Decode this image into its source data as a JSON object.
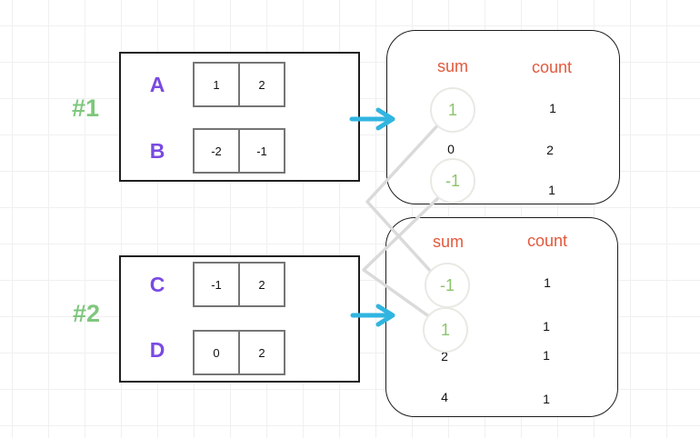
{
  "colors": {
    "green-label": "#7fc77d",
    "green-number": "#8cc46c",
    "purple-letter": "#7a4ae2",
    "orange-header": "#e2593c",
    "cyan-arrow": "#31b5e0",
    "connector-gray": "#dadada",
    "box-border": "#1f1f1f",
    "cell-border": "#757575"
  },
  "groups": [
    {
      "label": "#1",
      "rows": [
        {
          "name": "A",
          "cells": [
            "1",
            "2"
          ]
        },
        {
          "name": "B",
          "cells": [
            "-2",
            "-1"
          ]
        }
      ],
      "table": {
        "sum_header": "sum",
        "count_header": "count",
        "rows": [
          {
            "sum": "1",
            "count": "1",
            "highlighted": true
          },
          {
            "sum": "0",
            "count": "2",
            "highlighted": false
          },
          {
            "sum": "-1",
            "count": "1",
            "highlighted": true
          }
        ]
      }
    },
    {
      "label": "#2",
      "rows": [
        {
          "name": "C",
          "cells": [
            "-1",
            "2"
          ]
        },
        {
          "name": "D",
          "cells": [
            "0",
            "2"
          ]
        }
      ],
      "table": {
        "sum_header": "sum",
        "count_header": "count",
        "rows": [
          {
            "sum": "-1",
            "count": "1",
            "highlighted": true
          },
          {
            "sum": "1",
            "count": "1",
            "highlighted": true
          },
          {
            "sum": "2",
            "count": "1",
            "highlighted": false
          },
          {
            "sum": "4",
            "count": "1",
            "highlighted": false
          }
        ]
      }
    }
  ],
  "arrows": [
    {
      "from": "group-1-array-box",
      "to": "group-1-result-box"
    },
    {
      "from": "group-2-array-box",
      "to": "group-2-result-box"
    }
  ],
  "connections": [
    {
      "from": "group-1 sum 1",
      "to": "group-2 sum -1"
    },
    {
      "from": "group-1 sum -1",
      "to": "group-2 sum 1"
    }
  ]
}
